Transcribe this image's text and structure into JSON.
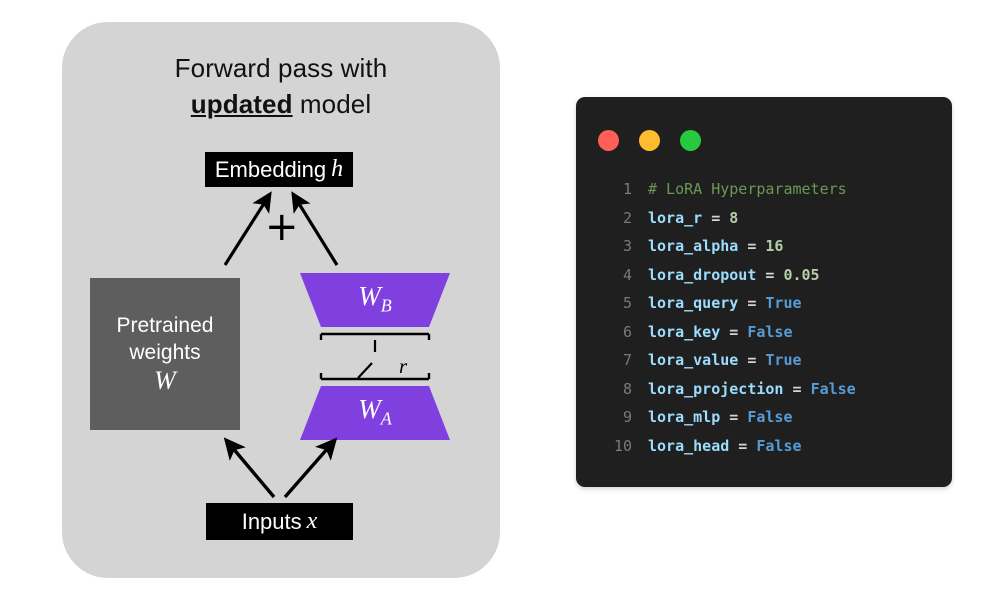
{
  "diagram": {
    "title_line1": "Forward pass with",
    "title_emphasis": "updated",
    "title_line2_rest": " model",
    "embedding_box": {
      "label": "Embedding",
      "variable": "h"
    },
    "inputs_box": {
      "label": "Inputs",
      "variable": "x"
    },
    "pretrained_box": {
      "line1": "Pretrained",
      "line2": "weights",
      "variable": "W"
    },
    "adapter_b": {
      "label": "W",
      "subscript": "B"
    },
    "adapter_a": {
      "label": "W",
      "subscript": "A"
    },
    "rank_label": "r",
    "plus_sign": "+",
    "colors": {
      "panel_bg": "#d4d4d4",
      "frozen_weights": "#5e5e5e",
      "adapter_purple": "#8040e0",
      "box_black": "#000000"
    }
  },
  "code_window": {
    "traffic_lights": [
      {
        "name": "close",
        "color": "#ff5f56"
      },
      {
        "name": "minimize",
        "color": "#ffbd2e"
      },
      {
        "name": "maximize",
        "color": "#27c93f"
      }
    ],
    "background": "#1f1f1f",
    "lines": [
      {
        "num": "1",
        "tokens": [
          {
            "t": "comment",
            "v": "# LoRA Hyperparameters"
          }
        ]
      },
      {
        "num": "2",
        "tokens": [
          {
            "t": "ident",
            "v": "lora_r"
          },
          {
            "t": "op",
            "v": " = "
          },
          {
            "t": "num",
            "v": "8"
          }
        ]
      },
      {
        "num": "3",
        "tokens": [
          {
            "t": "ident",
            "v": "lora_alpha"
          },
          {
            "t": "op",
            "v": " = "
          },
          {
            "t": "num",
            "v": "16"
          }
        ]
      },
      {
        "num": "4",
        "tokens": [
          {
            "t": "ident",
            "v": "lora_dropout"
          },
          {
            "t": "op",
            "v": " = "
          },
          {
            "t": "num",
            "v": "0.05"
          }
        ]
      },
      {
        "num": "5",
        "tokens": [
          {
            "t": "ident",
            "v": "lora_query"
          },
          {
            "t": "op",
            "v": " = "
          },
          {
            "t": "bool",
            "v": "True"
          }
        ]
      },
      {
        "num": "6",
        "tokens": [
          {
            "t": "ident",
            "v": "lora_key"
          },
          {
            "t": "op",
            "v": " = "
          },
          {
            "t": "bool",
            "v": "False"
          }
        ]
      },
      {
        "num": "7",
        "tokens": [
          {
            "t": "ident",
            "v": "lora_value"
          },
          {
            "t": "op",
            "v": " = "
          },
          {
            "t": "bool",
            "v": "True"
          }
        ]
      },
      {
        "num": "8",
        "tokens": [
          {
            "t": "ident",
            "v": "lora_projection"
          },
          {
            "t": "op",
            "v": " = "
          },
          {
            "t": "bool",
            "v": "False"
          }
        ]
      },
      {
        "num": "9",
        "tokens": [
          {
            "t": "ident",
            "v": "lora_mlp"
          },
          {
            "t": "op",
            "v": " = "
          },
          {
            "t": "bool",
            "v": "False"
          }
        ]
      },
      {
        "num": "10",
        "tokens": [
          {
            "t": "ident",
            "v": "lora_head"
          },
          {
            "t": "op",
            "v": " = "
          },
          {
            "t": "bool",
            "v": "False"
          }
        ]
      }
    ]
  }
}
